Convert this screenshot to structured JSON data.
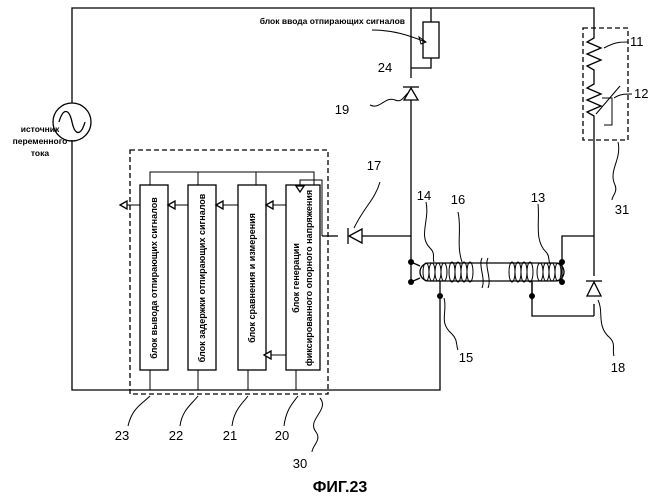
{
  "source": {
    "label_lines": [
      "источник",
      "переменного",
      "тока"
    ]
  },
  "block24": {
    "label": "блок ввода отпирающих сигналов",
    "number": "24"
  },
  "group30": {
    "number": "30",
    "blocks": [
      {
        "number": "23",
        "label": "блок вывода отпирающих сигналов"
      },
      {
        "number": "22",
        "label": "блок задержки отпирающих сигналов"
      },
      {
        "number": "21",
        "label": "блок сравнения и измерения"
      },
      {
        "number": "20",
        "label_lines": [
          "блок генерации",
          "фиксированного опорного напряжения"
        ]
      }
    ]
  },
  "group31": {
    "number": "31"
  },
  "resistors": {
    "r11": "11",
    "r12": "12"
  },
  "diodes": {
    "d17": "17",
    "d18": "18",
    "d19": "19"
  },
  "tube": {
    "left_coil": "14",
    "middle": "16",
    "right_coil": "13",
    "bottom": "15"
  },
  "caption": "ФИГ.23"
}
